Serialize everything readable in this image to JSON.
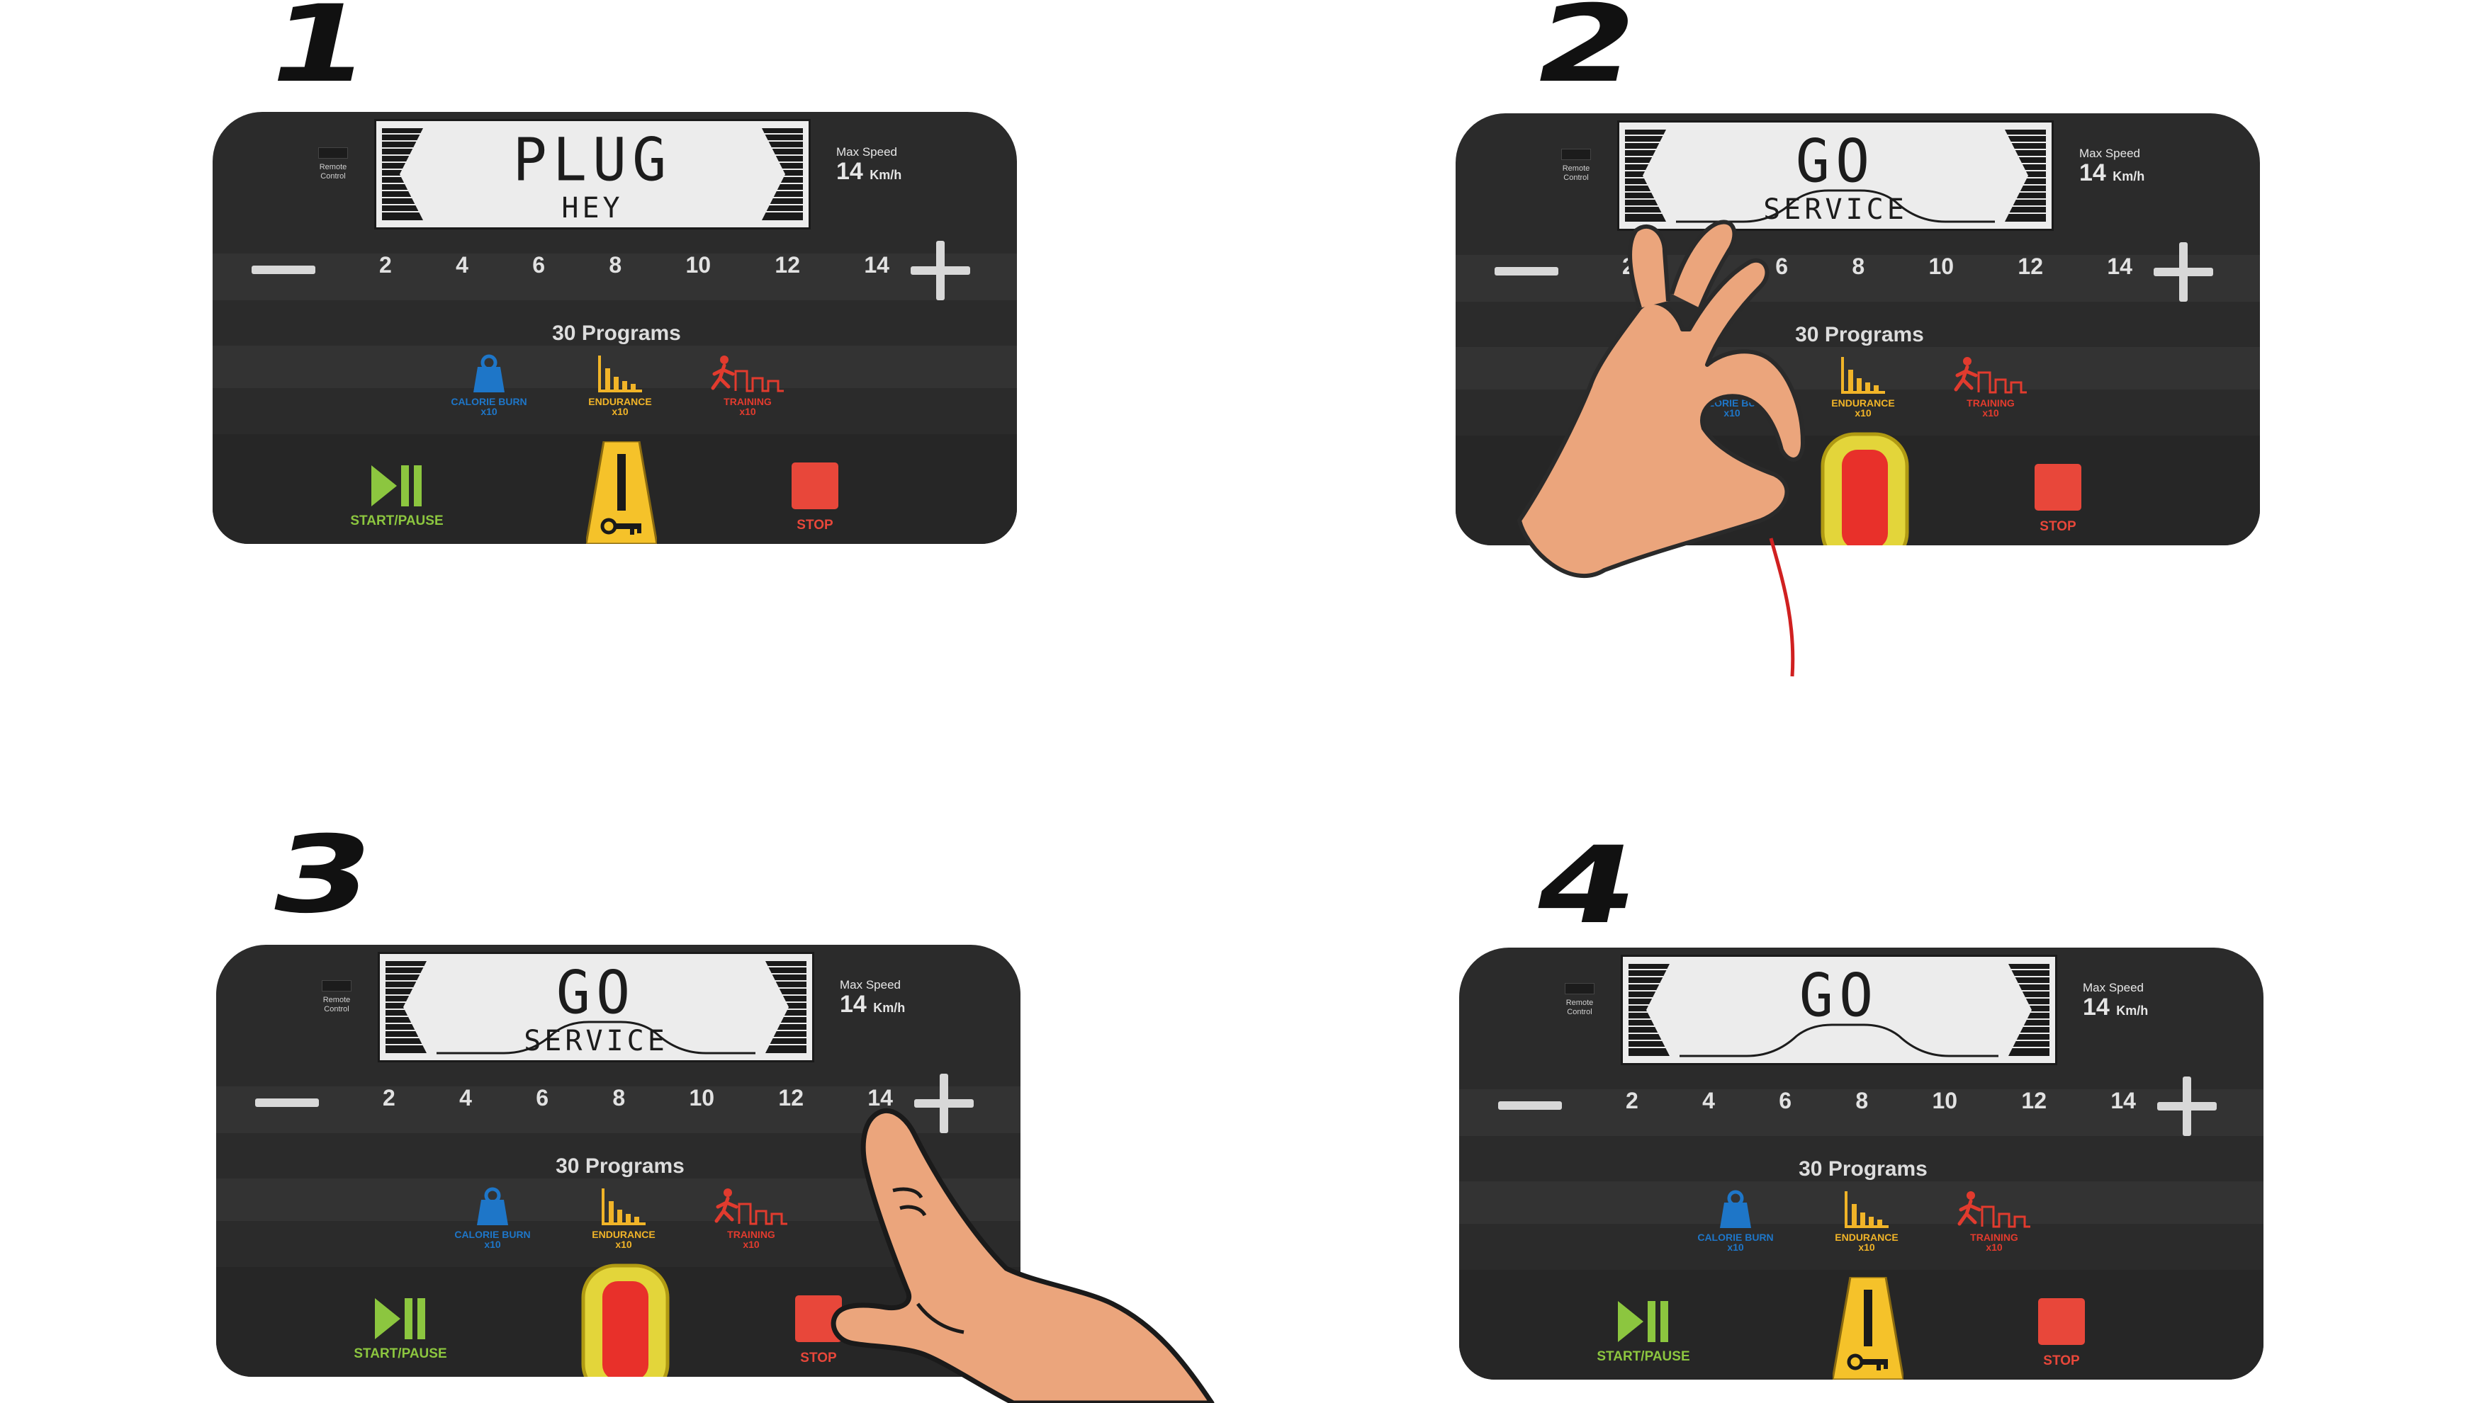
{
  "steps": [
    {
      "number": "1",
      "display_main": "PLUG",
      "display_sub": "HEY",
      "state": "key-inserted"
    },
    {
      "number": "2",
      "display_main": "GO",
      "display_sub": "SERVICE",
      "state": "service-key"
    },
    {
      "number": "3",
      "display_main": "GO",
      "display_sub": "SERVICE",
      "state": "press-plus"
    },
    {
      "number": "4",
      "display_main": "GO",
      "display_sub": "",
      "state": "key-inserted"
    }
  ],
  "console": {
    "remote_label": "Remote Control",
    "max_speed_label": "Max Speed",
    "max_speed_value": "14",
    "max_speed_unit": "Km/h",
    "speeds": [
      "2",
      "4",
      "6",
      "8",
      "10",
      "12",
      "14"
    ],
    "speed_unit": "km/h",
    "programs_title": "30 Programs",
    "program_labels": [
      "CALORIE BURN",
      "ENDURANCE",
      "TRAINING"
    ],
    "program_count": "x10",
    "start_pause_label": "START/PAUSE",
    "stop_label": "STOP"
  },
  "colors": {
    "console": "#2b2b2b",
    "calorie": "#1e76c8",
    "endurance": "#f1b428",
    "training": "#e23b2e",
    "start": "#8cc63f",
    "stop": "#e8473a",
    "safety_key": "#f5c22a",
    "service_key": "#e8302a",
    "skin": "#eba57c"
  },
  "icons": [
    "play-pause-icon",
    "stop-icon",
    "safety-key-icon",
    "plus-icon",
    "minus-icon",
    "hand-icon"
  ]
}
